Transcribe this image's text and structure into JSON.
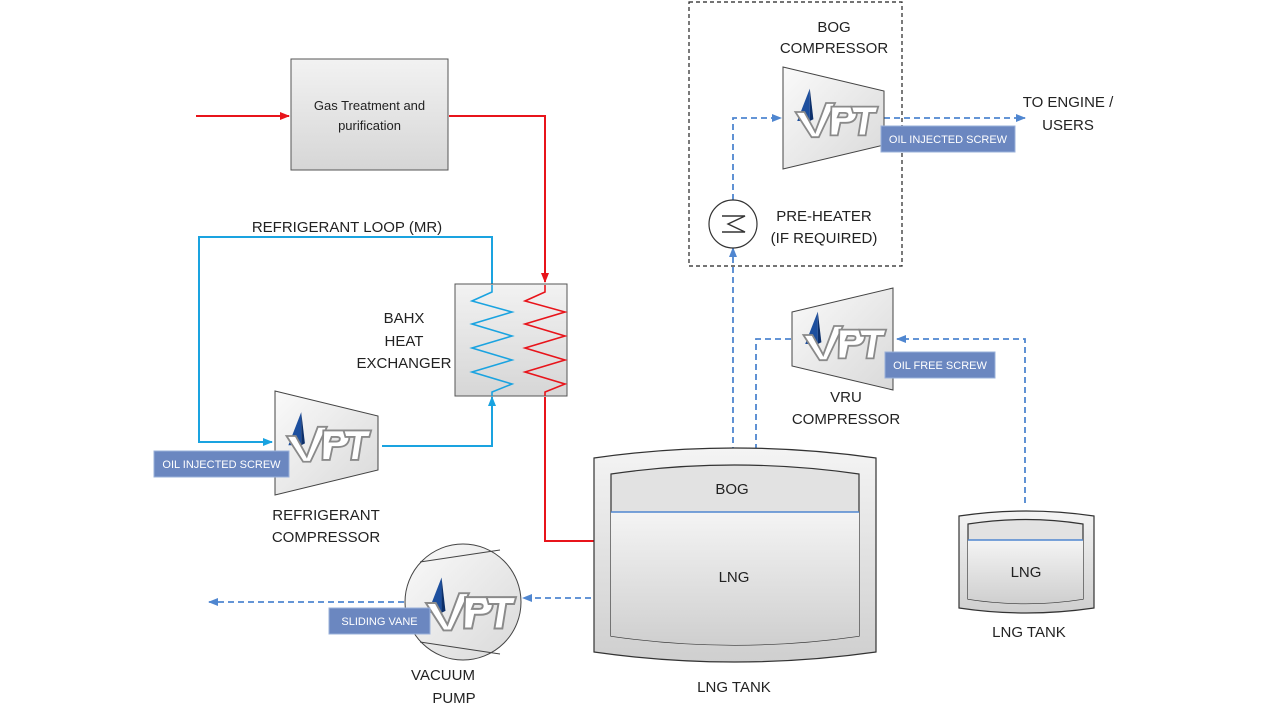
{
  "colors": {
    "feed_line": "#e8141b",
    "refrigerant_line": "#1aa3e0",
    "vapor_line": "#4f86d0",
    "tag_fill": "#6b87c0",
    "box_fill": "#e6e6e6",
    "box_stroke": "#555555"
  },
  "gas_treatment": {
    "line1": "Gas Treatment and",
    "line2": "purification"
  },
  "refrigerant_loop": {
    "label": "REFRIGERANT LOOP (MR)"
  },
  "bahx": {
    "line1": "BAHX",
    "line2": "HEAT",
    "line3": "EXCHANGER"
  },
  "bog_compressor": {
    "line1": "BOG",
    "line2": "COMPRESSOR",
    "tag": "OIL INJECTED SCREW"
  },
  "destination": {
    "line1": "TO ENGINE /",
    "line2": "USERS"
  },
  "pre_heater": {
    "line1": "PRE-HEATER",
    "line2": "(IF REQUIRED)"
  },
  "vru_compressor": {
    "line1": "VRU",
    "line2": "COMPRESSOR",
    "tag": "OIL FREE SCREW"
  },
  "refrigerant_compressor": {
    "line1": "REFRIGERANT",
    "line2": "COMPRESSOR",
    "tag": "OIL INJECTED SCREW"
  },
  "vacuum_pump": {
    "line1": "VACUUM",
    "line2": "PUMP",
    "tag": "SLIDING VANE"
  },
  "main_tank": {
    "vapor": "BOG",
    "liquid": "LNG",
    "label": "LNG TANK"
  },
  "small_tank": {
    "liquid": "LNG",
    "label": "LNG TANK"
  },
  "logo": {
    "text": "VPT"
  }
}
